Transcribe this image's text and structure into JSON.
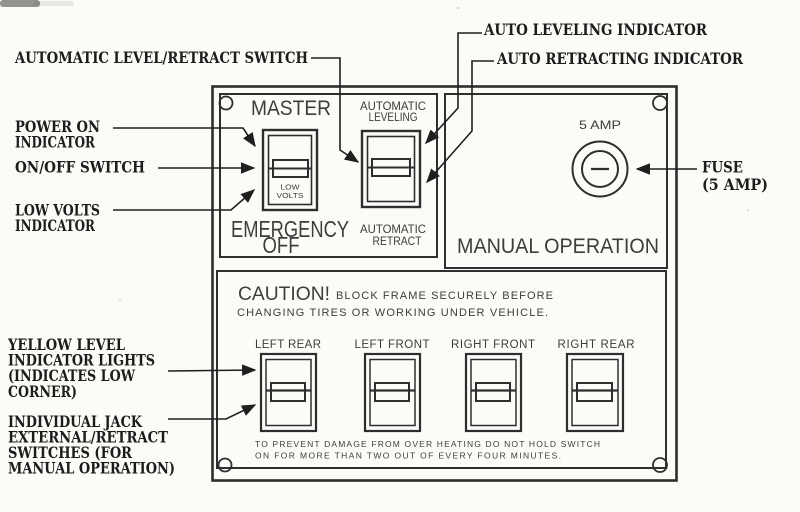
{
  "colors": {
    "ink": "#1f1f1f",
    "panel_line": "#2e2e2e",
    "draft_text": "#3d3d3d",
    "paper": "#fcfbf8"
  },
  "callouts": {
    "auto_switch": "AUTOMATIC LEVEL/RETRACT SWITCH",
    "auto_leveling_indicator": "AUTO LEVELING INDICATOR",
    "auto_retracting_indicator": "AUTO RETRACTING INDICATOR",
    "power_on_line1": "POWER ON",
    "power_on_line2": "INDICATOR",
    "on_off_switch": "ON/OFF SWITCH",
    "low_volts_line1": "LOW VOLTS",
    "low_volts_line2": "INDICATOR",
    "yellow_line1": "YELLOW LEVEL",
    "yellow_line2": "INDICATOR LIGHTS",
    "yellow_line3": "(INDICATES LOW",
    "yellow_line4": "CORNER)",
    "jack_line1": "INDIVIDUAL JACK",
    "jack_line2": "EXTERNAL/RETRACT",
    "jack_line3": "SWITCHES (FOR",
    "jack_line4": "MANUAL OPERATION)",
    "fuse_line1": "FUSE",
    "fuse_line2": "(5 AMP)"
  },
  "panel": {
    "master_title": "MASTER",
    "emergency_line1": "EMERGENCY",
    "emergency_line2": "OFF",
    "auto_leveling_line1": "AUTOMATIC",
    "auto_leveling_line2": "LEVELING",
    "auto_retract_line1": "AUTOMATIC",
    "auto_retract_line2": "RETRACT",
    "master_switch_line1": "LOW",
    "master_switch_line2": "VOLTS",
    "fuse_rating": "5 AMP",
    "manual_title": "MANUAL OPERATION",
    "caution_title": "CAUTION!",
    "caution_line1": "BLOCK FRAME SECURELY BEFORE",
    "caution_line2": "CHANGING TIRES OR WORKING UNDER VEHICLE.",
    "jack_switch_labels": [
      "LEFT REAR",
      "LEFT FRONT",
      "RIGHT FRONT",
      "RIGHT REAR"
    ],
    "warning_line1": "TO PREVENT DAMAGE FROM OVER HEATING DO NOT HOLD SWITCH",
    "warning_line2": "ON FOR MORE THAN TWO OUT OF EVERY FOUR MINUTES."
  }
}
